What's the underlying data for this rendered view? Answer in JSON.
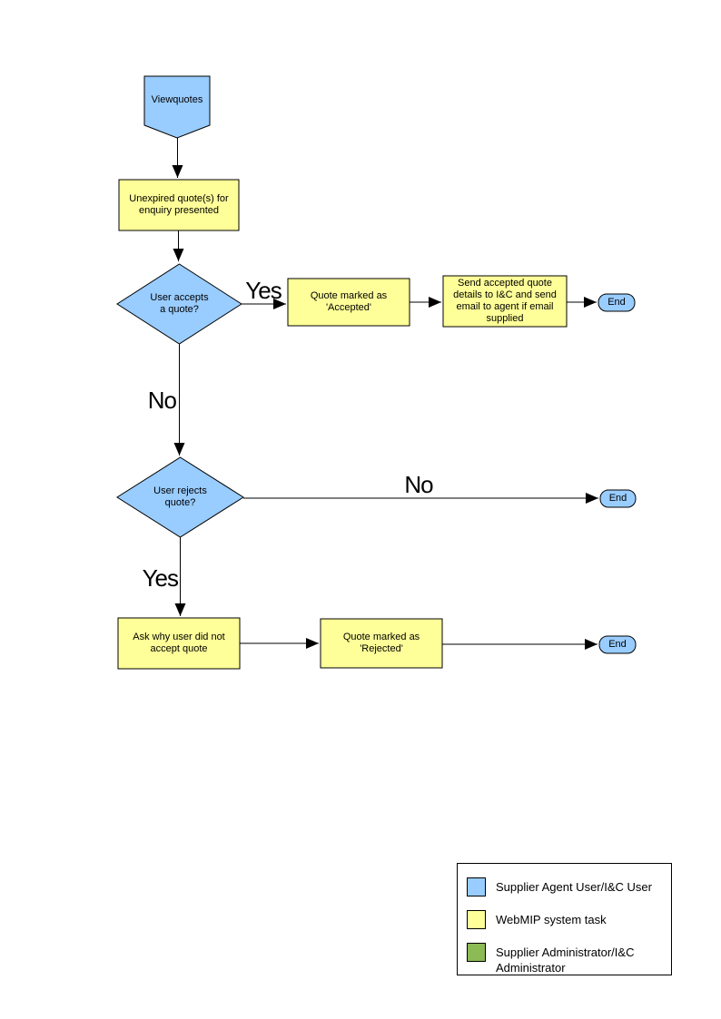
{
  "diagram": {
    "colors": {
      "actor_blue": "#99CCFF",
      "task_yellow": "#FFFF99",
      "admin_green": "#8CBA55",
      "outline": "#000000"
    },
    "nodes": {
      "start": "Viewquotes",
      "present": "Unexpired quote(s) for\nenquiry presented",
      "accept_decision": "User accepts\na quote?",
      "accepted": "Quote  marked as\n'Accepted'",
      "send_details": "Send accepted quote\ndetails to I&C and send\nemail to agent if email\nsupplied",
      "end_accept": "End",
      "reject_decision": "User rejects\nquote?",
      "end_reject_no": "End",
      "ask_why": "Ask why user did not\naccept quote",
      "rejected": "Quote  marked as\n'Rejected'",
      "end_rejected": "End"
    },
    "edge_labels": {
      "accept_yes": "Yes",
      "accept_no": "No",
      "reject_no": "No",
      "reject_yes": "Yes"
    }
  },
  "legend": {
    "items": [
      {
        "label": "Supplier Agent User/I&C User",
        "color": "#99CCFF"
      },
      {
        "label": "WebMIP system task",
        "color": "#FFFF99"
      },
      {
        "label": "Supplier Administrator/I&C\nAdministrator",
        "color": "#8CBA55"
      }
    ]
  }
}
